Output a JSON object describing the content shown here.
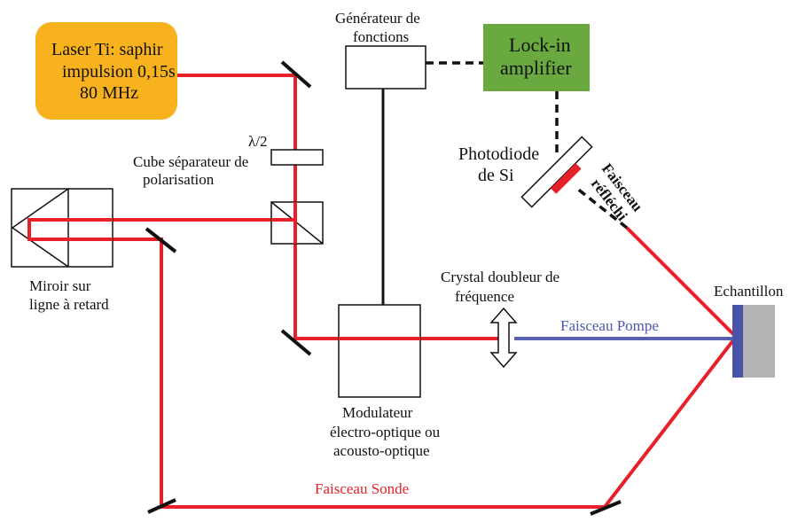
{
  "colors": {
    "laser_box": "#f7b21e",
    "lockin_box": "#6aa93f",
    "beam_probe": "#e8202a",
    "beam_pump": "#5960b0",
    "sample_face": "#4a52a5",
    "sample_body": "#b3b3b3"
  },
  "laser": {
    "line1": "Laser Ti: saphir",
    "line2": "impulsion 0,15s",
    "line3": "80 MHz"
  },
  "generator": {
    "line1": "Générateur de",
    "line2": "fonctions"
  },
  "lockin": {
    "line1": "Lock-in",
    "line2": "amplifier"
  },
  "halfwave": {
    "label": "λ/2"
  },
  "cube": {
    "line1": "Cube séparateur de",
    "line2": "polarisation"
  },
  "photodiode": {
    "line1": "Photodiode",
    "line2": "de Si"
  },
  "reflected": {
    "line1": "Faisceau",
    "line2": "réfléchi"
  },
  "delay_mirror": {
    "line1": "Miroir sur",
    "line2": "ligne à retard"
  },
  "crystal": {
    "line1": "Crystal doubleur de",
    "line2": "fréquence"
  },
  "pump": {
    "label": "Faisceau Pompe"
  },
  "probe": {
    "label": "Faisceau Sonde"
  },
  "sample": {
    "label": "Echantillon"
  },
  "modulator": {
    "line1": "Modulateur",
    "line2": "électro-optique ou",
    "line3": "acousto-optique"
  }
}
